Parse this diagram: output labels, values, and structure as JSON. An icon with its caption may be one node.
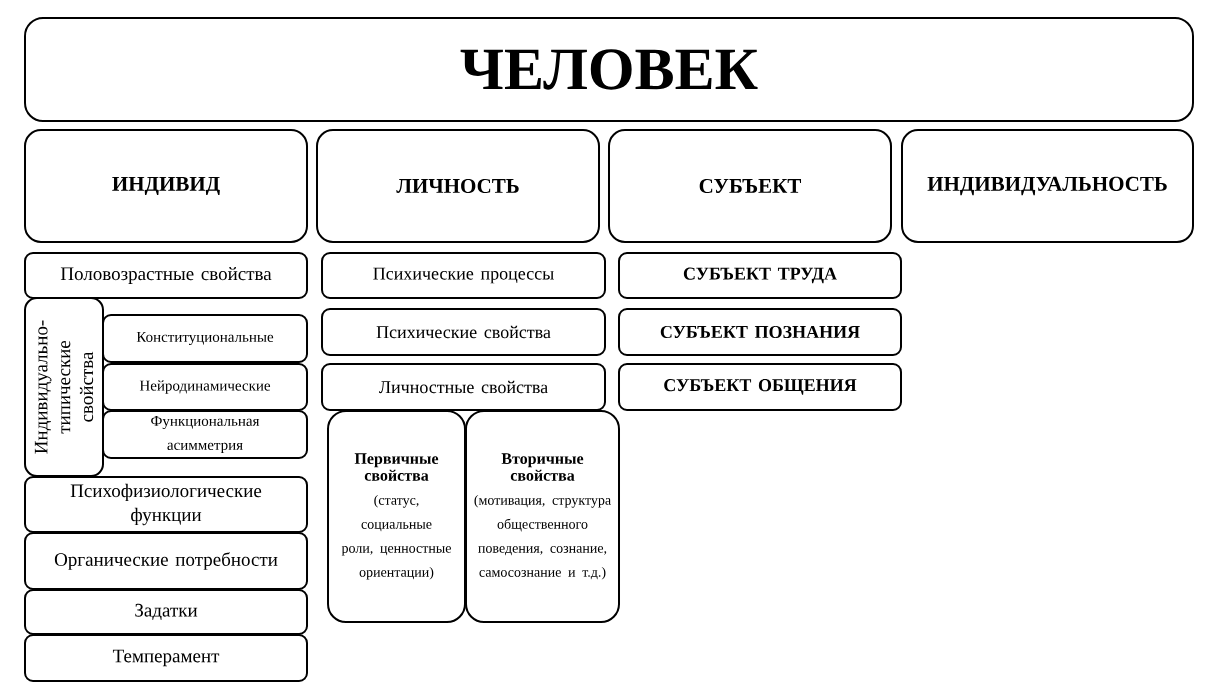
{
  "diagram": {
    "nodes": [
      {
        "text": [
          "ЧЕЛОВЕК"
        ]
      },
      {
        "text": [
          "ИНДИВИД"
        ]
      },
      {
        "text": [
          "ЛИЧНОСТЬ"
        ]
      },
      {
        "text": [
          "СУБЪЕКТ"
        ]
      },
      {
        "text": [
          "ИНДИВИДУАЛЬНОСТЬ"
        ]
      },
      {
        "text": [
          "Половозрастные свойства"
        ]
      },
      {
        "text": [
          "Индивидуально-типические свойства"
        ]
      },
      {
        "text": [
          "Конституциональные"
        ]
      },
      {
        "text": [
          "Нейродинамические"
        ]
      },
      {
        "text": [
          "Функциональная асимметрия"
        ]
      },
      {
        "text": [
          "Психофизиологические функции"
        ]
      },
      {
        "text": [
          "Органические потребности"
        ]
      },
      {
        "text": [
          "Задатки"
        ]
      },
      {
        "text": [
          "Темперамент"
        ]
      },
      {
        "text": [
          "Психические процессы"
        ]
      },
      {
        "text": [
          "Психические свойства"
        ]
      },
      {
        "text": [
          "Личностные свойства"
        ]
      },
      {
        "text": [
          "Первичные свойства",
          "(статус, социальные роли, ценностные ориентации)"
        ]
      },
      {
        "text": [
          "Вторичные свойства",
          "(мотивация, структура общественного поведения, сознание, самосознание и т.д.)"
        ]
      },
      {
        "text": [
          "СУБЪЕКТ ТРУДА"
        ]
      },
      {
        "text": [
          "СУБЪЕКТ ПОЗНАНИЯ"
        ]
      },
      {
        "text": [
          "СУБЪЕКТ ОБЩЕНИЯ"
        ]
      }
    ]
  }
}
